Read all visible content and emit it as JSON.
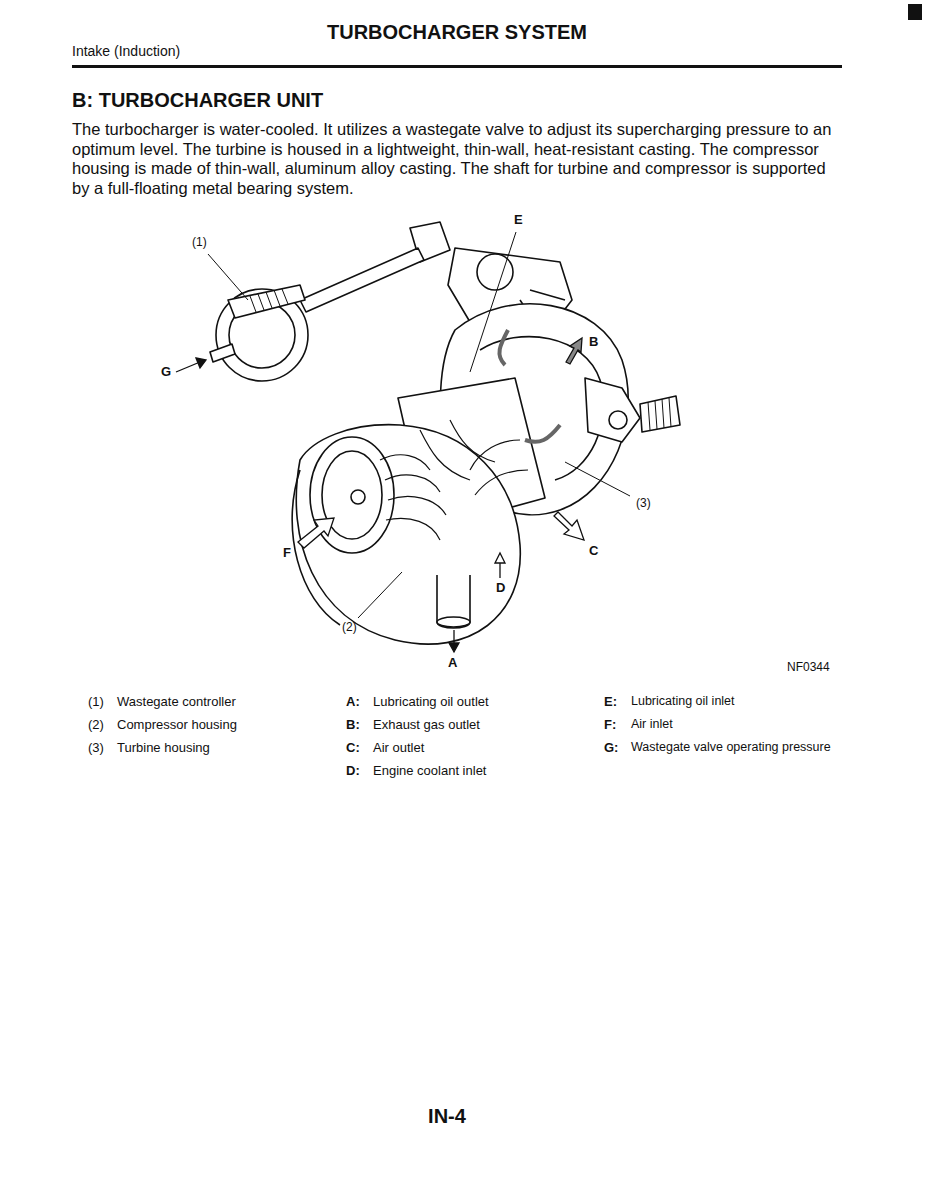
{
  "diagram": {
    "title": "TURBOCHARGER SYSTEM",
    "labels": [
      "Intake (Induction)",
      "B: TURBOCHARGER UNIT",
      "The turbocharger is water-cooled. It utilizes a wastegate valve to adjust its supercharging pressure to an optimum level. The turbine is housed in a lightweight, thin-wall, heat-resistant casting. The compressor housing is made of thin-wall, aluminum alloy casting. The shaft for turbine and compressor is supported by a full-floating metal bearing system.",
      "E",
      "(1)",
      "B",
      "G",
      "(3)",
      "F",
      "C",
      "D",
      "(2)",
      "A",
      "NF0344",
      "(1)",
      "Wastegate controller",
      "(2)",
      "Compressor housing",
      "(3)",
      "Turbine housing",
      "A:",
      "Lubricating oil outlet",
      "B:",
      "Exhaust gas outlet",
      "C:",
      "Air outlet",
      "D:",
      "Engine coolant inlet",
      "E:",
      "Lubricating oil inlet",
      "F:",
      "Air inlet",
      "G:",
      "Wastegate valve operating pressure",
      "IN-4"
    ]
  }
}
